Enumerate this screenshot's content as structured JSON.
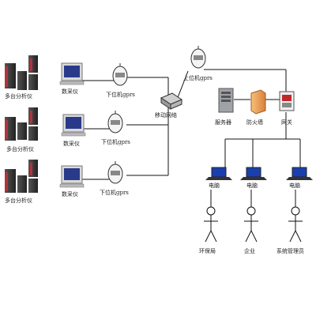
{
  "labels": {
    "analyzer": "多台分析仪",
    "collector": "数采仪",
    "lower_gprs": "下位机gprs",
    "mobile_network": "移动网络",
    "upper_gprs": "上位机gprs",
    "server": "服务器",
    "firewall": "防火墙",
    "gateway": "网关",
    "pc": "电脑",
    "user_epb": "环保局",
    "user_enterprise": "企业",
    "user_admin": "系统管理员"
  },
  "colors": {
    "cabinet_dark": "#2b2b2b",
    "cabinet_red": "#b0343a",
    "monitor_frame": "#d9d9d9",
    "screen": "#2a3a8a",
    "laptop_screen": "#1a3fae",
    "firewall": "#f0a050",
    "line": "#111111"
  },
  "icons": {
    "analyzer": "server-cabinet-icon",
    "collector": "monitor-icon",
    "gprs": "gprs-modem-icon",
    "router": "router-icon",
    "server": "tower-server-icon",
    "firewall": "firewall-icon",
    "gateway": "gateway-icon",
    "laptop": "laptop-icon",
    "user": "stick-figure-icon"
  }
}
